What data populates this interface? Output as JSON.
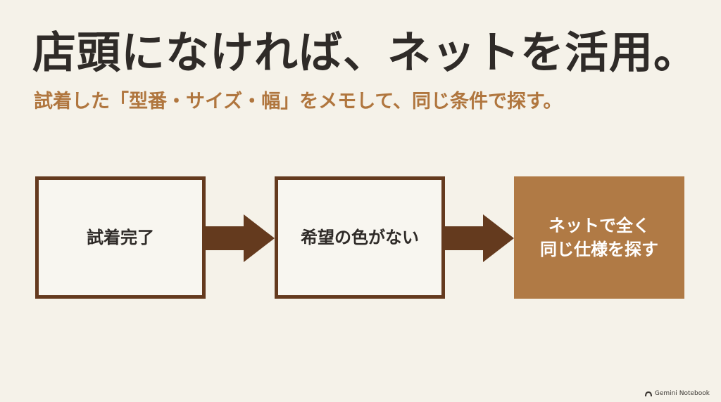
{
  "title": "店頭になければ、ネットを活用。",
  "subtitle": "試着した「型番・サイズ・幅」をメモして、同じ条件で探す。",
  "flow": {
    "steps": [
      {
        "lines": [
          "試着完了"
        ]
      },
      {
        "lines": [
          "希望の色がない"
        ]
      },
      {
        "lines": [
          "ネットで全く",
          "同じ仕様を探す"
        ]
      }
    ]
  },
  "colors": {
    "background": "#f5f2e9",
    "title": "#2f2b28",
    "accent": "#b0763e",
    "box_border": "#643a1e",
    "arrow": "#643a1e",
    "final_box": "#b07a45"
  },
  "footer": {
    "icon": "notebook-logo-icon",
    "label": "Gemini Notebook"
  }
}
